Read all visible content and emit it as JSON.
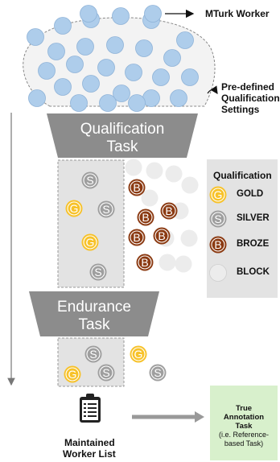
{
  "labels": {
    "mturk_worker": "MTurk Worker",
    "predefined_line1": "Pre-defined",
    "predefined_line2": "Qualification",
    "predefined_line3": "Settings",
    "qual_task_line1": "Qualification",
    "qual_task_line2": "Task",
    "endurance_line1": "Endurance",
    "endurance_line2": "Task",
    "maintained_line1": "Maintained",
    "maintained_line2": "Worker List",
    "true_annotation_line1": "True",
    "true_annotation_line2": "Annotation",
    "true_annotation_line3": "Task",
    "true_annotation_line4": "(i.e. Reference-",
    "true_annotation_line5": "based Task)"
  },
  "legend": {
    "title": "Qualification",
    "items": [
      {
        "letter": "G",
        "label": "GOLD"
      },
      {
        "letter": "S",
        "label": "SILVER"
      },
      {
        "letter": "B",
        "label": "BROZE"
      },
      {
        "letter": "",
        "label": "BLOCK"
      }
    ]
  },
  "badge_letters": {
    "gold": "G",
    "silver": "S",
    "bronze": "B"
  },
  "colors": {
    "worker_blue": "#aecdeb",
    "worker_stroke": "#8fb3d8",
    "gold": "#f7c22a",
    "silver": "#9f9f9f",
    "bronze": "#8b3a12",
    "block": "#ececec",
    "funnel": "#8c8c8c",
    "legend_bg": "#e3e3e3",
    "green_box": "#d8f0cc"
  },
  "icons": {
    "clipboard": "clipboard-list-icon"
  }
}
